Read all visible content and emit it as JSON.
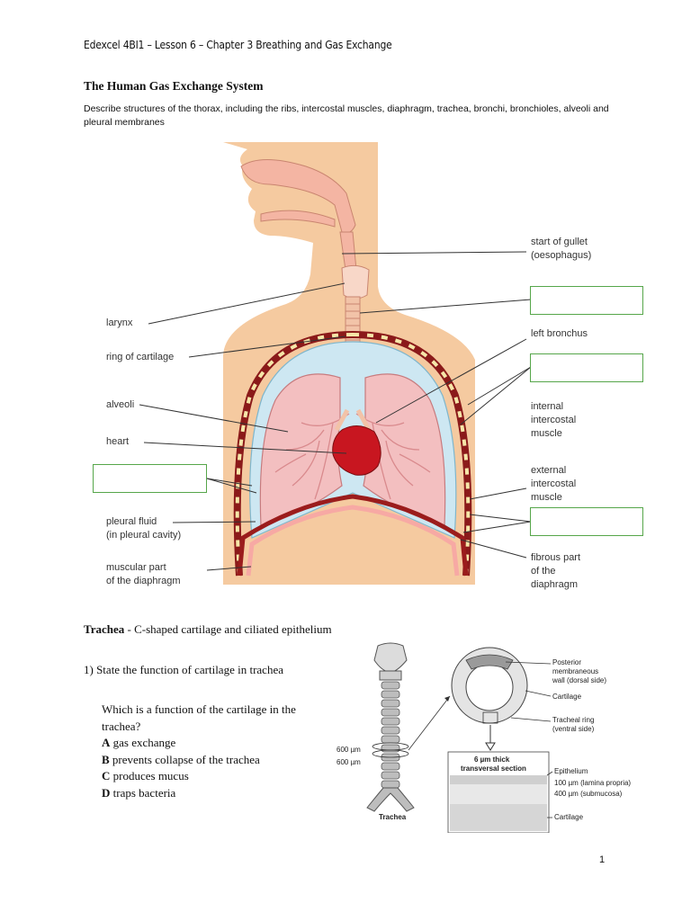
{
  "header": "Edexcel 4BI1 – Lesson 6 – Chapter 3 Breathing and Gas Exchange",
  "title": "The Human Gas Exchange System",
  "description": "Describe structures of the thorax, including the ribs, intercostal muscles, diaphragm, trachea, bronchi, bronchioles, alveoli and pleural membranes",
  "diagram_labels": {
    "larynx": "larynx",
    "ring_of_cartilage": "ring of cartilage",
    "alveoli": "alveoli",
    "heart": "heart",
    "pleural_fluid_1": "pleural fluid",
    "pleural_fluid_2": "(in pleural cavity)",
    "muscular_part_1": "muscular part",
    "muscular_part_2": "of the diaphragm",
    "gullet_1": "start of gullet",
    "gullet_2": "(oesophagus)",
    "left_bronchus": "left bronchus",
    "internal_1": "internal",
    "internal_2": "intercostal",
    "internal_3": "muscle",
    "external_1": "external",
    "external_2": "intercostal",
    "external_3": "muscle",
    "fibrous_1": "fibrous part",
    "fibrous_2": "of the",
    "fibrous_3": "diaphragm"
  },
  "section": {
    "name": "Trachea",
    "text": " - C-shaped cartilage and ciliated epithelium"
  },
  "question1": "1)  State the function of cartilage in trachea",
  "mcq": {
    "stem": "Which is a function of the cartilage in the trachea?",
    "options": [
      {
        "letter": "A",
        "text": " gas exchange"
      },
      {
        "letter": "B",
        "text": " prevents collapse of the trachea"
      },
      {
        "letter": "C",
        "text": " produces mucus"
      },
      {
        "letter": "D",
        "text": " traps bacteria"
      }
    ]
  },
  "trachea_diagram": {
    "posterior_1": "Posterior",
    "posterior_2": "membraneous",
    "posterior_3": "wall (dorsal side)",
    "cartilage": "Cartilage",
    "tracheal_ring_1": "Tracheal ring",
    "tracheal_ring_2": "(ventral side)",
    "section_1": "6 µm thick",
    "section_2": "transversal section",
    "epithelium": "Epithelium",
    "lamina": "100 µm (lamina propria)",
    "submucosa": "400 µm (submucosa)",
    "cartilage_bottom": "Cartilage",
    "um600_a": "600 µm",
    "um600_b": "600 µm",
    "trachea_label": "Trachea"
  },
  "page_number": "1",
  "colors": {
    "skin": "#f5caa0",
    "airway": "#f4b5a3",
    "lung": "#f3bfc0",
    "pleural": "#cde7f2",
    "heart": "#c81620",
    "rib_muscle": "#8b1a1a",
    "answer_box": "#56a64a"
  }
}
